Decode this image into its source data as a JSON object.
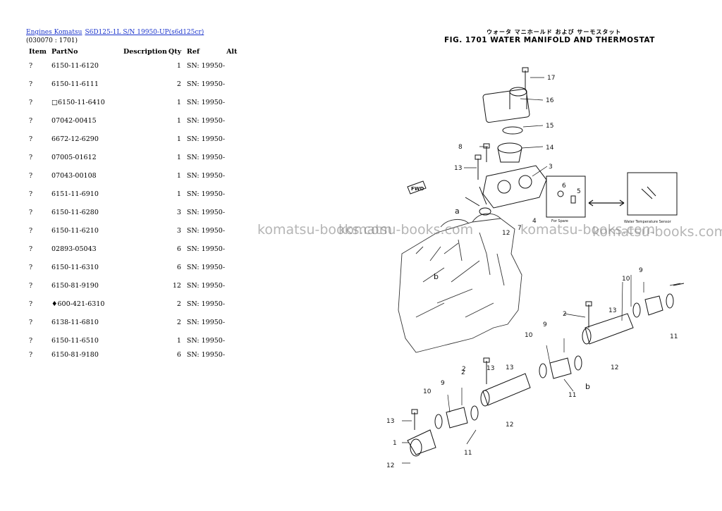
{
  "breadcrumb": {
    "link1": "Engines Komatsu",
    "link2": "S6D125-1L S/N 19950-UP(s6d125cr)",
    "subtitle": "(030070 : 1701)"
  },
  "table": {
    "headers": {
      "item": "Item",
      "part": "PartNo",
      "desc": "Description",
      "qty": "Qty",
      "ref": "Ref",
      "alt": "Alt"
    },
    "rows": [
      {
        "item": "?",
        "part": "6150-11-6120",
        "qty": "1",
        "ref": "SN: 19950-"
      },
      {
        "item": "?",
        "part": "6150-11-6111",
        "qty": "2",
        "ref": "SN: 19950-"
      },
      {
        "item": "?",
        "part": "□6150-11-6410",
        "qty": "1",
        "ref": "SN: 19950-"
      },
      {
        "item": "?",
        "part": "07042-00415",
        "qty": "1",
        "ref": "SN: 19950-"
      },
      {
        "item": "?",
        "part": "6672-12-6290",
        "qty": "1",
        "ref": "SN: 19950-"
      },
      {
        "item": "?",
        "part": "07005-01612",
        "qty": "1",
        "ref": "SN: 19950-"
      },
      {
        "item": "?",
        "part": "07043-00108",
        "qty": "1",
        "ref": "SN: 19950-"
      },
      {
        "item": "?",
        "part": "6151-11-6910",
        "qty": "1",
        "ref": "SN: 19950-"
      },
      {
        "item": "?",
        "part": "6150-11-6280",
        "qty": "3",
        "ref": "SN: 19950-"
      },
      {
        "item": "?",
        "part": "6150-11-6210",
        "qty": "3",
        "ref": "SN: 19950-"
      },
      {
        "item": "?",
        "part": "02893-05043",
        "qty": "6",
        "ref": "SN: 19950-"
      },
      {
        "item": "?",
        "part": "6150-11-6310",
        "qty": "6",
        "ref": "SN: 19950-"
      },
      {
        "item": "?",
        "part": "6150-81-9190",
        "qty": "12",
        "ref": "SN: 19950-"
      },
      {
        "item": "?",
        "part": "♦600-421-6310",
        "qty": "2",
        "ref": "SN: 19950-"
      },
      {
        "item": "?",
        "part": "6138-11-6810",
        "qty": "2",
        "ref": "SN: 19950-"
      },
      {
        "item": "?",
        "part": "6150-11-6510",
        "qty": "1",
        "ref": "SN: 19950-"
      },
      {
        "item": "?",
        "part": "6150-81-9180",
        "qty": "6",
        "ref": "SN: 19950-"
      }
    ]
  },
  "figure": {
    "title_jp": "ウォータ マニホールド および サーモスタット",
    "title": "FIG. 1701  WATER MANIFOLD AND THERMOSTAT",
    "callouts": [
      "17",
      "16",
      "15",
      "14",
      "8",
      "13",
      "3",
      "6",
      "5",
      "a",
      "12",
      "7",
      "4",
      "b",
      "9",
      "10",
      "2",
      "13",
      "11",
      "9",
      "10",
      "2",
      "13",
      "12",
      "11",
      "b",
      "10",
      "9",
      "2",
      "13",
      "13",
      "12",
      "11",
      "1",
      "12"
    ],
    "fwd_label": "FWD",
    "box_left_caption": "For Spare",
    "box_right_caption": "Water Temperature Sensor"
  },
  "watermark": "komatsu-books.com"
}
